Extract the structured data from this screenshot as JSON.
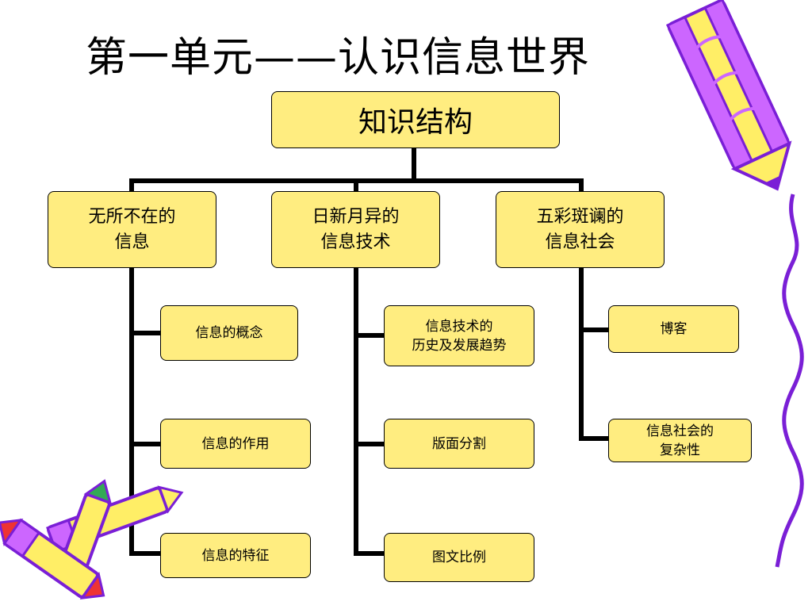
{
  "slide": {
    "title": "第一单元——认识信息世界"
  },
  "root": {
    "label": "知识结构"
  },
  "categories": [
    {
      "label": "无所不在的\n信息",
      "items": [
        "信息的概念",
        "信息的作用",
        "信息的特征"
      ]
    },
    {
      "label": "日新月异的\n信息技术",
      "items": [
        "信息技术的\n历史及发展趋势",
        "版面分割",
        "图文比例"
      ]
    },
    {
      "label": "五彩斑谰的\n信息社会",
      "items": [
        "博客",
        "信息社会的\n复杂性"
      ]
    }
  ],
  "colors": {
    "box_fill": "#ffed80",
    "line": "#000000",
    "pencil_purple": "#cc66ff",
    "pencil_yellow": "#ffee66",
    "border_purple": "#7a1fd6"
  }
}
